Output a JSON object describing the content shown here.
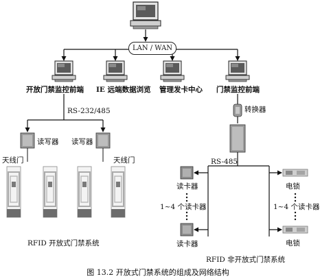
{
  "network": {
    "label": "LAN / WAN"
  },
  "terminals": [
    {
      "label": "开放门禁监控前端"
    },
    {
      "label": "IE 远端数据浏览"
    },
    {
      "label": "管理发卡中心"
    },
    {
      "label": "门禁监控前端"
    }
  ],
  "left": {
    "link_label": "RS-232/485",
    "reader_left": "读写器",
    "reader_right": "读写器",
    "antenna_left": "天线门",
    "antenna_right": "天线门",
    "system_label": "RFID 开放式门禁系统"
  },
  "right": {
    "converter_label": "转换器",
    "link_label": "RS-485",
    "reader_top": "读卡器",
    "reader_range": "1~4 个读卡器",
    "reader_bottom": "读卡器",
    "lock_top": "电锁",
    "lock_range": "1~4 个读卡器",
    "lock_bottom": "电锁",
    "system_label": "RFID 非开放式门禁系统"
  },
  "caption": "图 13.2    开放式门禁系统的组成及网络结构",
  "icons": [
    "server-computer-icon",
    "computer-icon",
    "rs232-converter-icon",
    "reader-icon",
    "antenna-gate-icon",
    "card-reader-icon",
    "electric-lock-icon"
  ]
}
